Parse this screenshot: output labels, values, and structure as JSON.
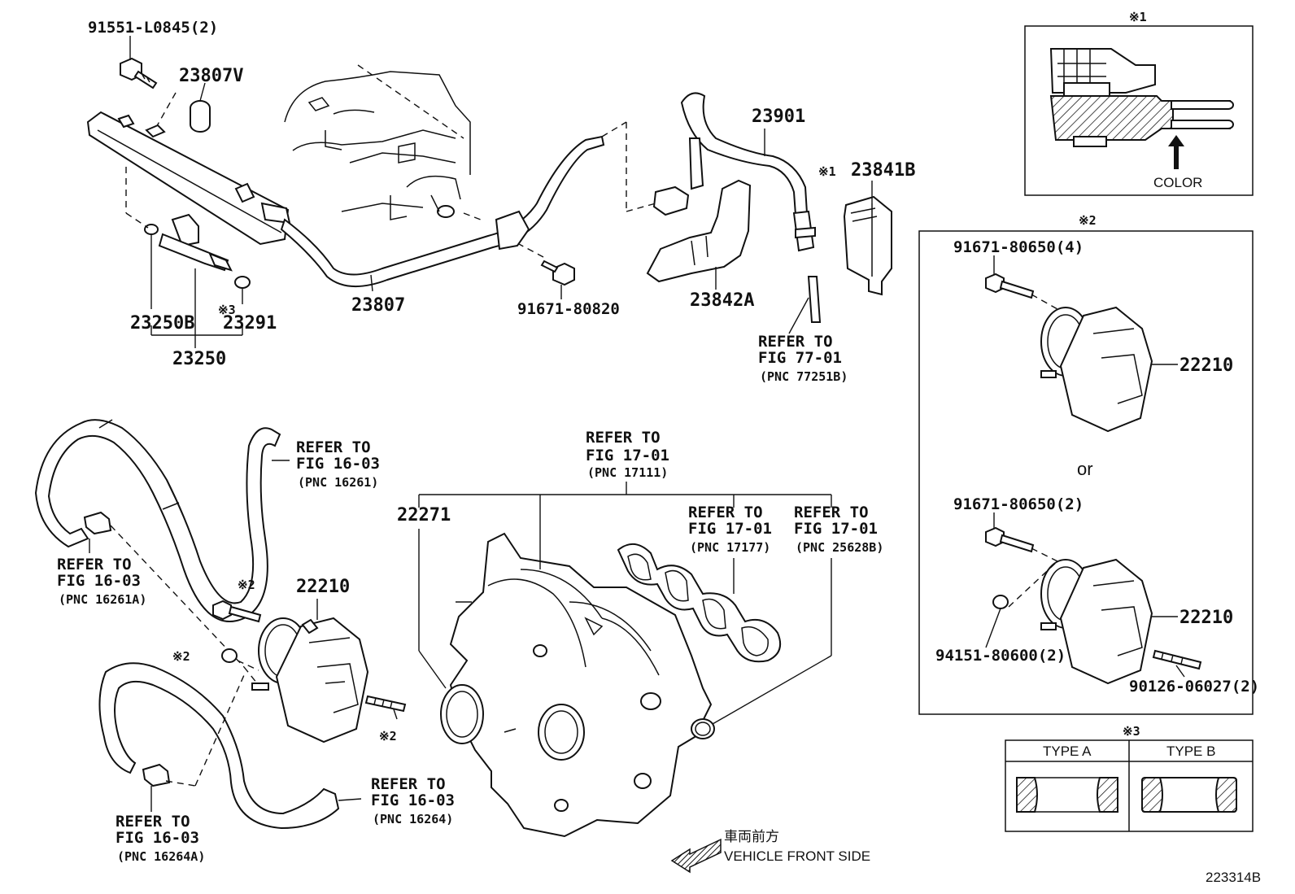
{
  "diagram_id": "223314B",
  "parts": {
    "p_91551": "91551-L0845(2)",
    "p_23807v": "23807V",
    "p_23901": "23901",
    "p_23841b": "23841B",
    "p_23842a": "23842A",
    "p_91671_80820": "91671-80820",
    "p_23807": "23807",
    "p_23250b": "23250B",
    "p_23291": "23291",
    "p_23250": "23250",
    "p_22271": "22271",
    "p_22210_main": "22210",
    "p_22210_a": "22210",
    "p_22210_b": "22210",
    "p_91671_80650_4": "91671-80650(4)",
    "p_91671_80650_2": "91671-80650(2)",
    "p_94151": "94151-80600(2)",
    "p_90126": "90126-06027(2)"
  },
  "marks": {
    "m1": "※1",
    "m2": "※2",
    "m3": "※3"
  },
  "refs": {
    "r77_line1": "REFER TO",
    "r77_line2": "FIG 77-01",
    "r77_line3": "(PNC 77251B)",
    "r16261_line1": "REFER TO",
    "r16261_line2": "FIG 16-03",
    "r16261_line3": "(PNC 16261)",
    "r16261a_line1": "REFER TO",
    "r16261a_line2": "FIG 16-03",
    "r16261a_line3": "(PNC 16261A)",
    "r17111_line1": "REFER TO",
    "r17111_line2": "FIG 17-01",
    "r17111_line3": "(PNC 17111)",
    "r17177_line1": "REFER TO",
    "r17177_line2": "FIG 17-01",
    "r17177_line3": "(PNC 17177)",
    "r25628b_line1": "REFER TO",
    "r25628b_line2": "FIG 17-01",
    "r25628b_line3": "(PNC 25628B)",
    "r16264_line1": "REFER TO",
    "r16264_line2": "FIG 16-03",
    "r16264_line3": "(PNC 16264)",
    "r16264a_line1": "REFER TO",
    "r16264a_line2": "FIG 16-03",
    "r16264a_line3": "(PNC 16264A)"
  },
  "inset1": {
    "mark": "※1",
    "color_label": "COLOR"
  },
  "inset2": {
    "mark": "※2",
    "or_label": "or"
  },
  "inset3": {
    "mark": "※3",
    "type_a": "TYPE A",
    "type_b": "TYPE B"
  },
  "direction": {
    "jp": "車両前方",
    "en": "VEHICLE FRONT SIDE"
  }
}
